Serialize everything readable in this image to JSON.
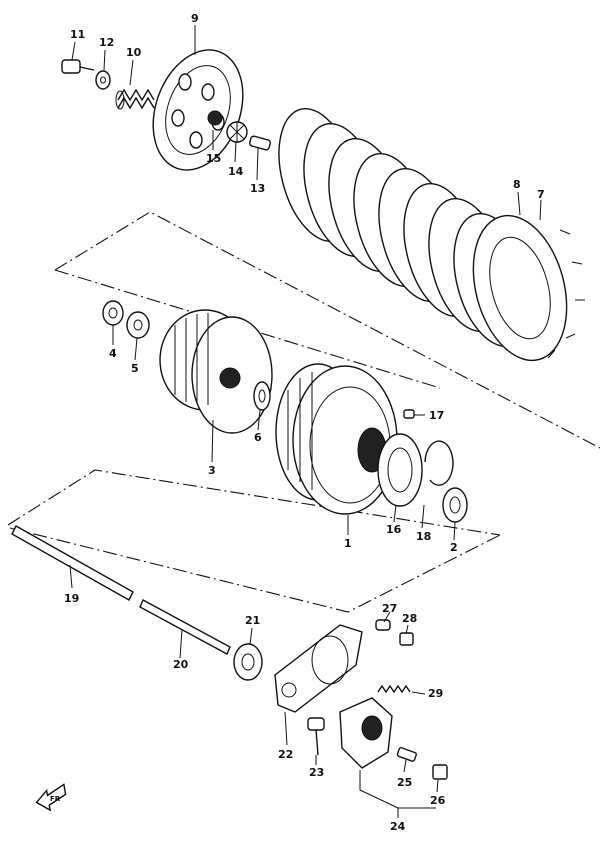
{
  "diagram": {
    "part_labels": [
      "1",
      "2",
      "3",
      "4",
      "5",
      "6",
      "7",
      "8",
      "9",
      "10",
      "11",
      "12",
      "13",
      "14",
      "15",
      "16",
      "17",
      "18",
      "19",
      "20",
      "21",
      "22",
      "23",
      "24",
      "25",
      "26",
      "27",
      "28",
      "29"
    ],
    "front_marker": "FR"
  }
}
